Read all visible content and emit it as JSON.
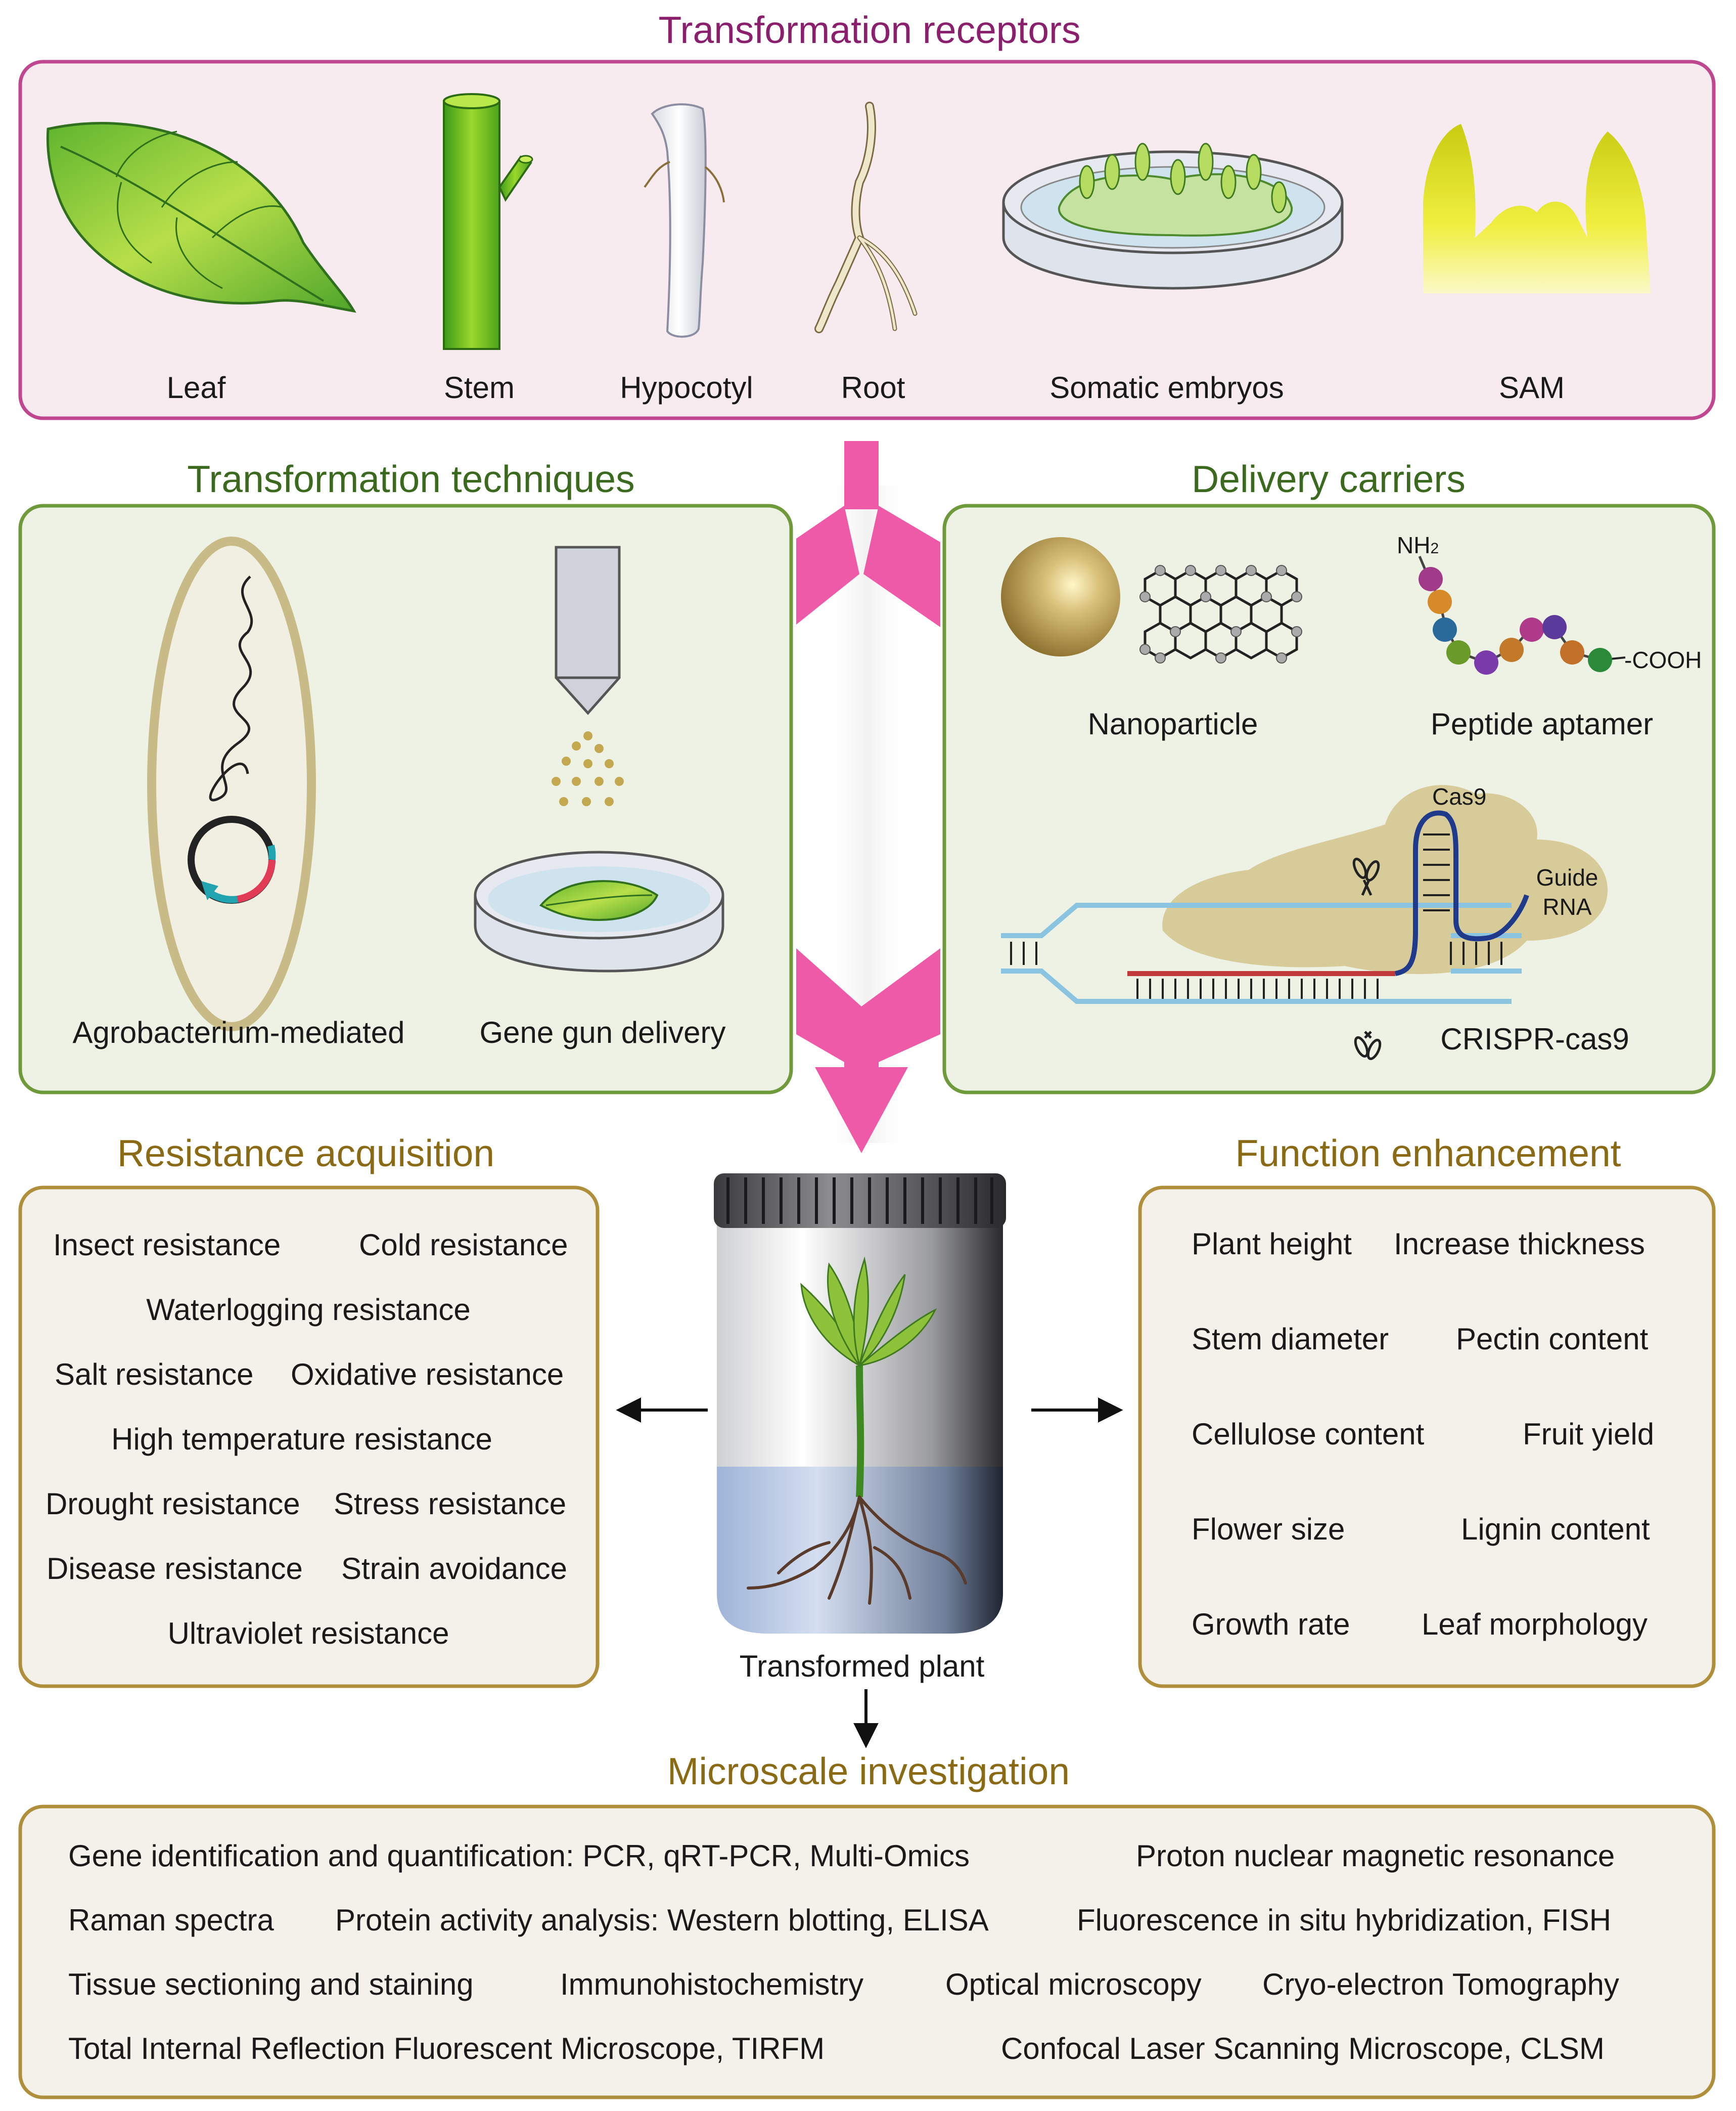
{
  "receptors": {
    "title": "Transformation receptors",
    "items": [
      "Leaf",
      "Stem",
      "Hypocotyl",
      "Root",
      "Somatic embryos",
      "SAM"
    ]
  },
  "techniques": {
    "title": "Transformation techniques",
    "agrobacterium": "Agrobacterium-mediated",
    "gene_gun": "Gene gun delivery"
  },
  "carriers": {
    "title": "Delivery carriers",
    "nanoparticle": "Nanoparticle",
    "peptide": "Peptide aptamer",
    "nh2_base": "NH",
    "nh2_sub": "2",
    "cooh": "-COOH",
    "cas9": "Cas9",
    "guide_1": "Guide",
    "guide_2": "RNA",
    "crispr": "CRISPR-cas9"
  },
  "resistance": {
    "title": "Resistance acquisition",
    "lines": [
      [
        "Insect resistance",
        "Cold resistance"
      ],
      [
        "Waterlogging  resistance"
      ],
      [
        "Salt resistance",
        "Oxidative resistance"
      ],
      [
        "High  temperature  resistance"
      ],
      [
        "Drought resistance",
        "Stress resistance"
      ],
      [
        "Disease resistance",
        "Strain avoidance"
      ],
      [
        "Ultraviolet resistance"
      ]
    ]
  },
  "function": {
    "title": "Function enhancement",
    "rows": [
      [
        "Plant height",
        "Increase thickness"
      ],
      [
        "Stem diameter",
        "Pectin content"
      ],
      [
        "Cellulose content",
        "Fruit yield"
      ],
      [
        "Flower size",
        "Lignin content"
      ],
      [
        "Growth rate",
        "Leaf morphology"
      ]
    ]
  },
  "plant": {
    "label": "Transformed plant"
  },
  "microscale": {
    "title": "Microscale investigation",
    "rows": [
      [
        "Gene identification and quantification: PCR, qRT-PCR, Multi-Omics",
        "Proton nuclear magnetic resonance"
      ],
      [
        "Raman spectra",
        "Protein activity analysis: Western blotting, ELISA",
        "Fluorescence in situ hybridization, FISH"
      ],
      [
        "Tissue sectioning and staining",
        "Immunohistochemistry",
        "Optical microscopy",
        "Cryo-electron Tomography"
      ],
      [
        "Total Internal Reflection Fluorescent Microscope, TIRFM",
        "Confocal Laser Scanning Microscope, CLSM"
      ]
    ]
  },
  "colors": {
    "receptor_title": "#8a1f6e",
    "receptor_border": "#c0468f",
    "receptor_bg": "#f7ebf0",
    "technique_title": "#3b6a1f",
    "technique_border": "#6f9a3a",
    "technique_bg": "#edf2e4",
    "resist_title": "#8a6a14",
    "resist_border": "#b08f3c",
    "resist_bg": "#f4f1ea",
    "arrow_pink": "#ef5aa8"
  }
}
